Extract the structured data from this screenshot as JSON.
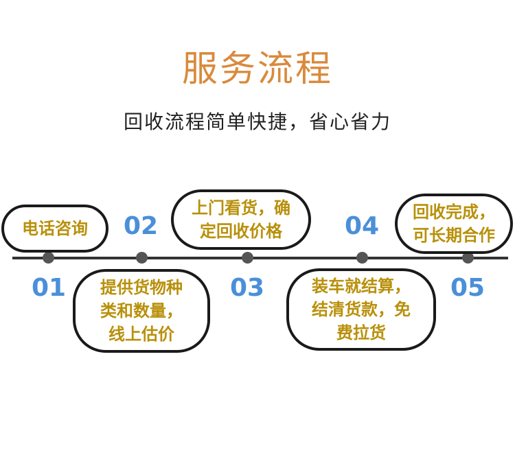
{
  "title": "服务流程",
  "subtitle": "回收流程简单快捷，省心省力",
  "steps": [
    {
      "number": "01",
      "text": "电话咨询"
    },
    {
      "number": "02",
      "text": "提供货物种\n类和数量，\n线上估价"
    },
    {
      "number": "03",
      "text": "上门看货，确\n定回收价格"
    },
    {
      "number": "04",
      "text": "装车就结算，\n结清货款，免\n费拉货"
    },
    {
      "number": "05",
      "text": "回收完成，\n可长期合作"
    }
  ],
  "colors": {
    "title": "#d98a3d",
    "number": "#4a8fd9",
    "bubble_text": "#b8900a",
    "line": "#333333"
  }
}
